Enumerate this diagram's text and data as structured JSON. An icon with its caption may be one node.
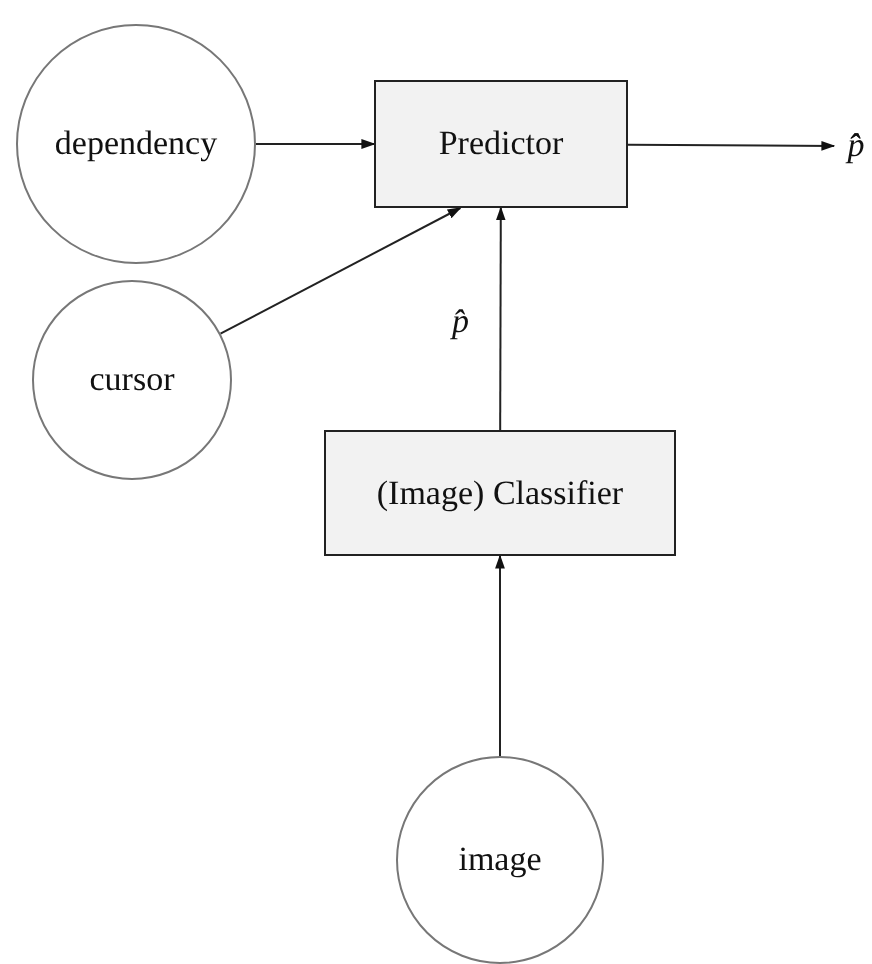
{
  "diagram": {
    "nodes": [
      {
        "text": [
          "dependency"
        ]
      },
      {
        "text": [
          "Predictor"
        ]
      },
      {
        "text": [
          "p̂̂"
        ]
      },
      {
        "text": [
          "cursor"
        ]
      },
      {
        "text": [
          "(Image) Classifier"
        ]
      },
      {
        "text": [
          "image"
        ]
      }
    ],
    "edges": [
      {
        "from": 0,
        "to": 1,
        "arrow": "to"
      },
      {
        "from": 1,
        "to": 2,
        "arrow": "to"
      },
      {
        "from": 3,
        "to": 1,
        "arrow": "to"
      },
      {
        "from": 4,
        "to": 1,
        "arrow": "to",
        "label": "p̂"
      },
      {
        "from": 5,
        "to": 4,
        "arrow": "to"
      }
    ]
  }
}
